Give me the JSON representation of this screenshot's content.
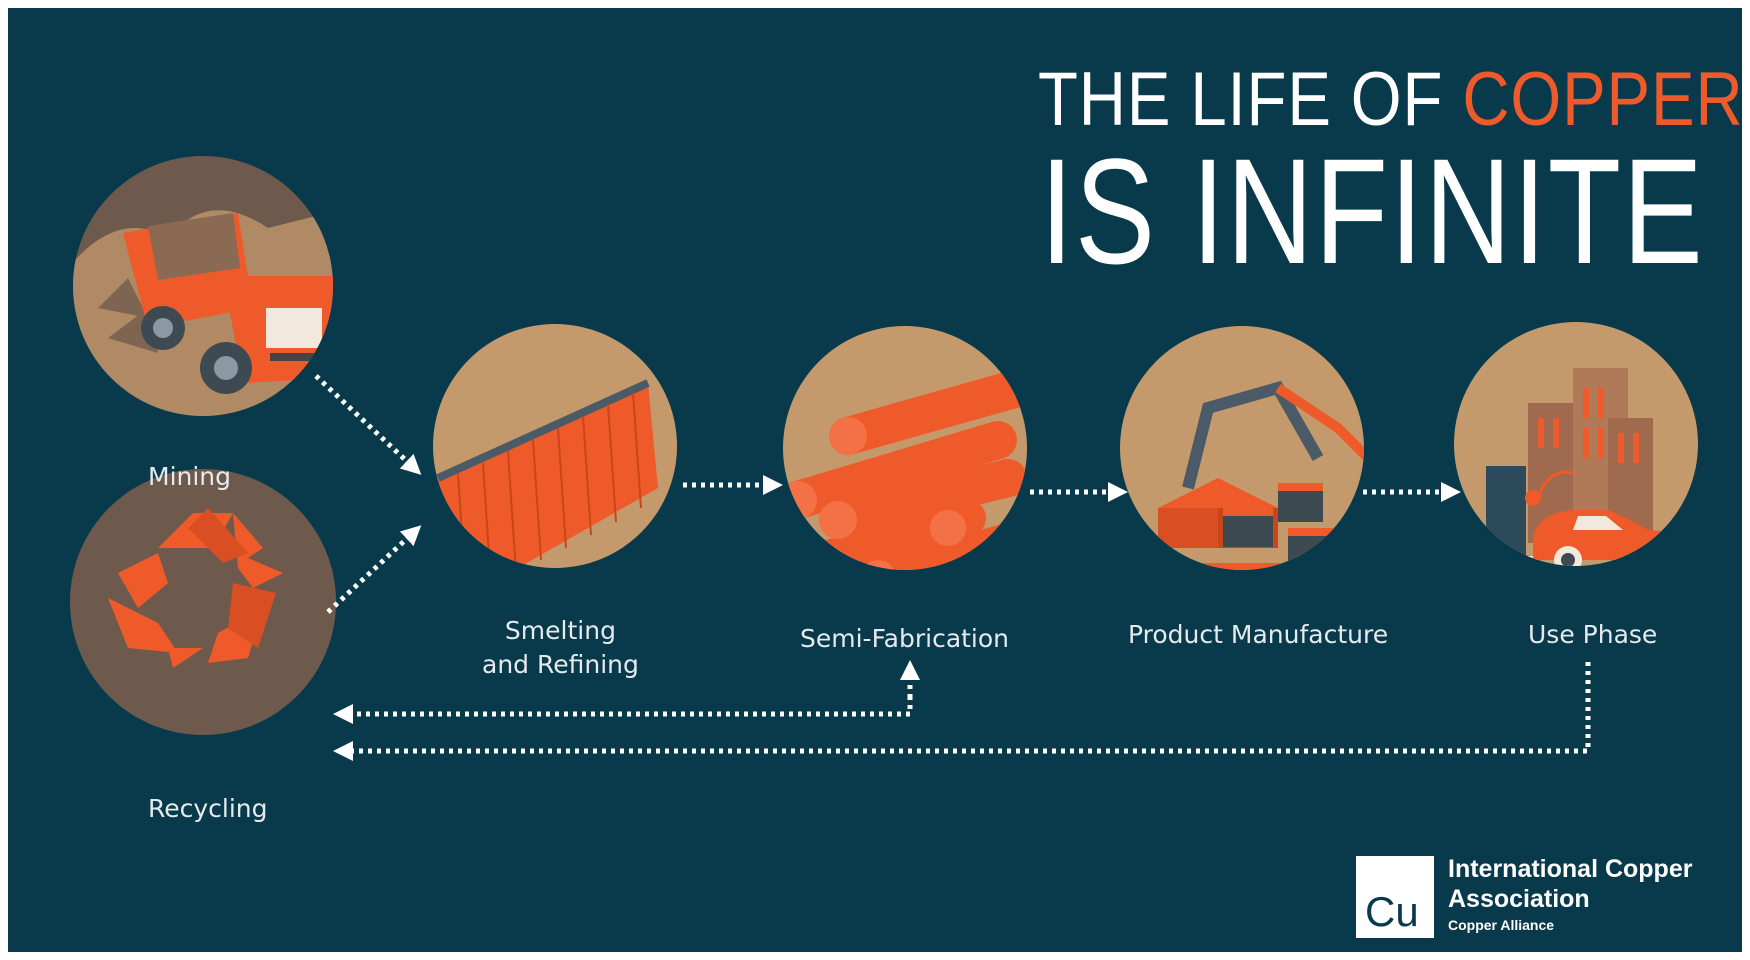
{
  "title": {
    "line1_prefix": "THE LIFE OF ",
    "line1_accent": "COPPER",
    "line2": "IS INFINITE"
  },
  "stages": {
    "mining": "Mining",
    "recycling": "Recycling",
    "smelting_line1": "Smelting",
    "smelting_line2": "and Refining",
    "semi_fabrication": "Semi-Fabrication",
    "product_manufacture": "Product Manufacture",
    "use_phase": "Use Phase"
  },
  "logo": {
    "symbol": "Cu",
    "name_line1": "International Copper",
    "name_line2": "Association",
    "tagline": "Copper Alliance"
  },
  "colors": {
    "background": "#083a4c",
    "copper": "#ef5a2a",
    "circle_tan": "#c49a6c",
    "circle_brown": "#6e5a4c",
    "text": "#ffffff"
  }
}
